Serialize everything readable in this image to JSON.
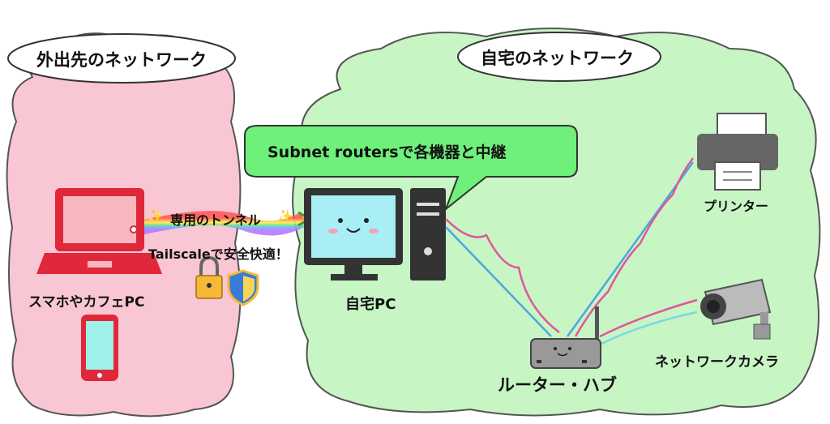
{
  "outside_network": {
    "title": "外出先のネットワーク",
    "device_label": "スマホやカフェPC"
  },
  "home_network": {
    "title": "自宅のネットワーク"
  },
  "speech_bubble": {
    "text": "Subnet routersで各機器と中継"
  },
  "tunnel": {
    "label": "専用のトンネル",
    "caption": "Tailscaleで安全快適！"
  },
  "devices": {
    "home_pc": "自宅PC",
    "router": "ルーター・ハブ",
    "printer": "プリンター",
    "camera": "ネットワークカメラ"
  },
  "colors": {
    "outside_cloud": "#f9c6d4",
    "home_cloud": "#c7f5c4",
    "bubble": "#6ef07a",
    "laptop": "#e0283a"
  }
}
